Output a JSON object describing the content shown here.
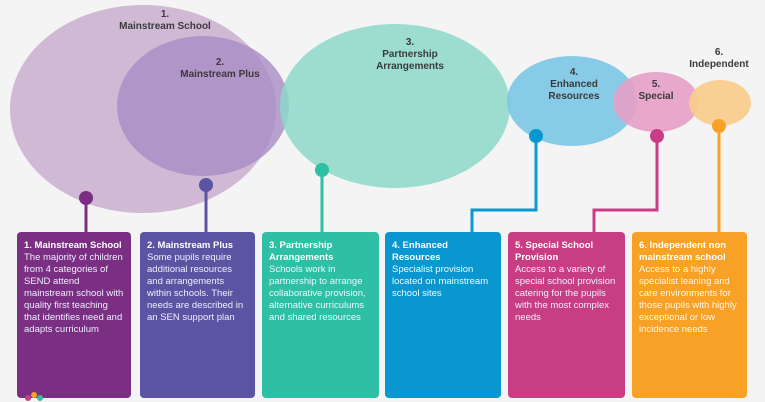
{
  "bubbles": {
    "b1": {
      "num": "1.",
      "label": "Mainstream School"
    },
    "b2": {
      "num": "2.",
      "label": "Mainstream Plus"
    },
    "b3": {
      "num": "3.",
      "label": "Partnership Arrangements"
    },
    "b4": {
      "num": "4.",
      "label": "Enhanced Resources"
    },
    "b5": {
      "num": "5.",
      "label": "Special"
    },
    "b6": {
      "num": "6.",
      "label": "Independent"
    }
  },
  "cards": [
    {
      "title": "1. Mainstream School",
      "body": "The majority of children from 4 categories of SEND attend mainstream school with quality first teaching that identifies need and adapts curriculum"
    },
    {
      "title": "2. Mainstream Plus",
      "body": "Some pupils require additional resources and arrangements within schools. Their needs are described in an SEN support plan"
    },
    {
      "title": "3. Partnership Arrangements",
      "body": "Schools work in partnership to arrange collaborative provision, alternative curriculums and shared resources"
    },
    {
      "title": "4. Enhanced Resources",
      "body": "Specialist provision located on mainstream school sites"
    },
    {
      "title": "5. Special School Provision",
      "body": "Access to a variety of special school provision catering for the pupils with the most complex needs"
    },
    {
      "title": "6. Independent non mainstream school",
      "body": "Access to a highly specialist leaning and care environments for those pupils with highly exceptional or low incidence needs"
    }
  ],
  "colors": {
    "c1": "#7a2f83",
    "c2": "#5b54a3",
    "c3": "#2ebfa5",
    "c4": "#0a97cf",
    "c5": "#c83e84",
    "c6": "#f7a126"
  }
}
